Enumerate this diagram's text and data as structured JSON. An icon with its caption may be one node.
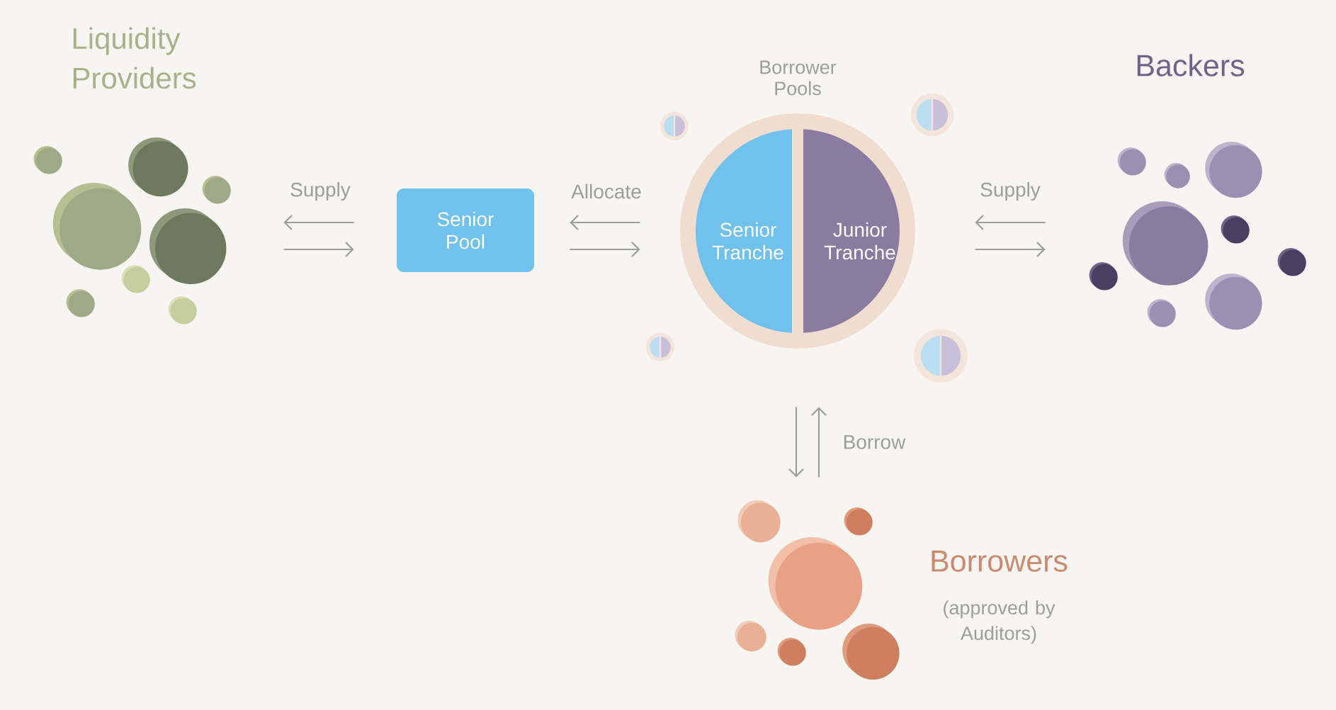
{
  "diagram": {
    "nodes": [
      {
        "text": [
          "Liquidity Providers"
        ]
      },
      {
        "text": [
          "Senior Pool"
        ]
      },
      {
        "text": [
          "Borrower Pools"
        ]
      },
      {
        "text": [
          "Senior Tranche"
        ],
        "in": 2
      },
      {
        "text": [
          "Junior Tranche"
        ],
        "in": 2
      },
      {
        "text": [
          "Backers"
        ]
      },
      {
        "text": [
          "Borrowers",
          "(approved by Auditors)"
        ]
      },
      {
        "text": [],
        "shape": "circle"
      },
      {
        "text": [],
        "shape": "circle"
      },
      {
        "text": [],
        "shape": "circle"
      },
      {
        "text": [],
        "shape": "circle"
      }
    ],
    "edges": [
      {
        "from": 1,
        "to": 0,
        "arrow": "to",
        "label": "Supply"
      },
      {
        "from": 0,
        "to": 1,
        "arrow": "to"
      },
      {
        "from": 2,
        "to": 1,
        "arrow": "to",
        "label": "Allocate"
      },
      {
        "from": 1,
        "to": 2,
        "arrow": "to"
      },
      {
        "from": 5,
        "to": 2,
        "arrow": "to",
        "label": "Supply"
      },
      {
        "from": 2,
        "to": 5,
        "arrow": "to"
      },
      {
        "from": 2,
        "to": 6,
        "arrow": "to"
      },
      {
        "from": 6,
        "to": 2,
        "arrow": "to",
        "label": "Borrow"
      }
    ]
  }
}
